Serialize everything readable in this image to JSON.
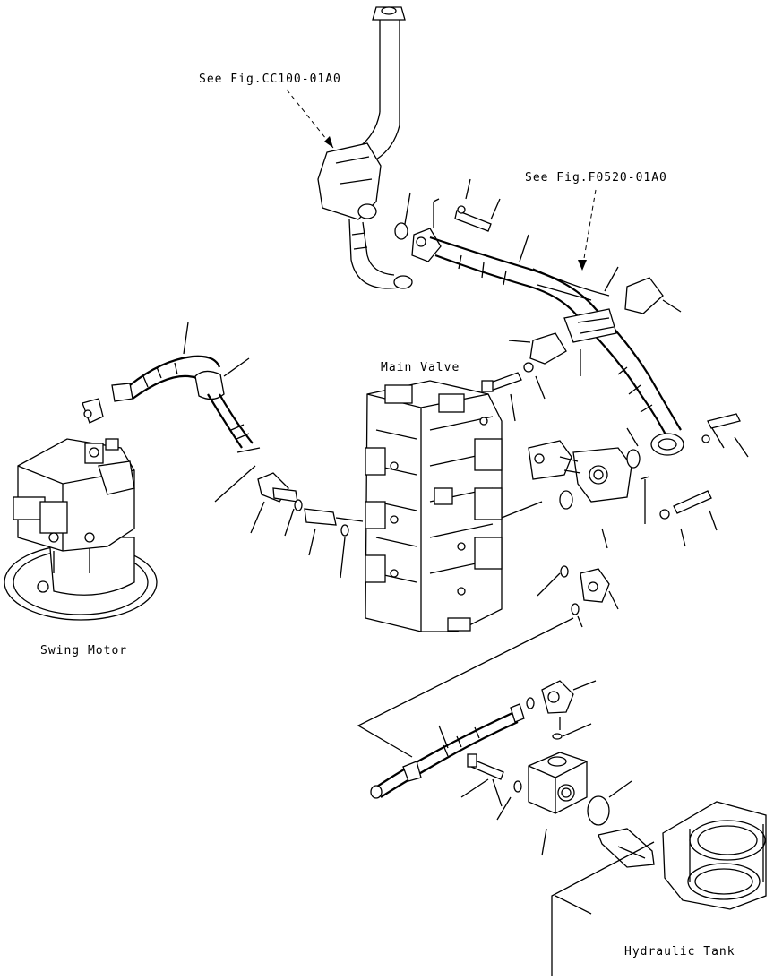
{
  "labels": {
    "ref_top": "See Fig.CC100-01A0",
    "ref_right": "See Fig.F0520-01A0",
    "main_valve": "Main Valve",
    "swing_motor": "Swing Motor",
    "hydraulic_tank": "Hydraulic Tank"
  }
}
